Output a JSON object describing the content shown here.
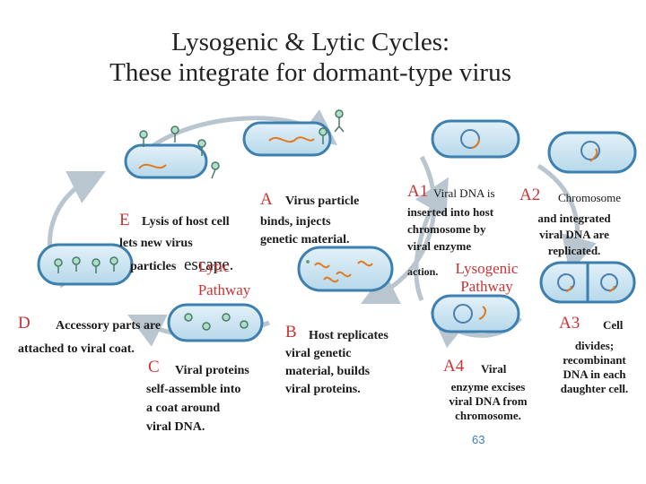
{
  "title": {
    "line1": "Lysogenic & Lytic Cycles:",
    "line2": "These integrate for dormant-type virus"
  },
  "labels": {
    "A": {
      "letter": "A",
      "line1": "Virus particle",
      "line2": "binds, injects",
      "line3": "genetic material."
    },
    "A1": {
      "letter": "A1",
      "line1": "Viral DNA is",
      "line2": "inserted into host",
      "line3": "chromosome by",
      "line4": "viral enzyme",
      "line5": "action."
    },
    "A2": {
      "letter": "A2",
      "line1": "Chromosome",
      "line2": "and integrated",
      "line3": "viral DNA are",
      "line4": "replicated."
    },
    "A3": {
      "letter": "A3",
      "line1": "Cell",
      "line2": "divides;",
      "line3": "recombinant",
      "line4": "DNA in each",
      "line5": "daughter cell."
    },
    "A4": {
      "letter": "A4",
      "line1": "Viral",
      "line2": "enzyme excises",
      "line3": "viral DNA from",
      "line4": "chromosome."
    },
    "B": {
      "letter": "B",
      "line1": "Host replicates",
      "line2": "viral genetic",
      "line3": "material, builds",
      "line4": "viral proteins."
    },
    "C": {
      "letter": "C",
      "line1": "Viral proteins",
      "line2": "self-assemble into",
      "line3": "a coat around",
      "line4": "viral DNA."
    },
    "D": {
      "letter": "D",
      "line1": "Accessory parts are",
      "line2": "attached to viral coat."
    },
    "E": {
      "letter": "E",
      "line1": "Lysis of host cell",
      "line2": "lets new virus",
      "line3": "particles",
      "line4": "escape."
    }
  },
  "pathways": {
    "lytic": {
      "line1": "Lytic",
      "line2": "Pathway"
    },
    "lysogenic": {
      "line1": "Lysogenic",
      "line2": "Pathway"
    }
  },
  "page_number": "63",
  "colors": {
    "cell_fill": "#c9e4f2",
    "cell_stroke": "#3c7fb1",
    "cycle_arrow": "#b9c6cf",
    "viral_dna": "#e07a1f",
    "pathway_text": "#cc3333"
  }
}
